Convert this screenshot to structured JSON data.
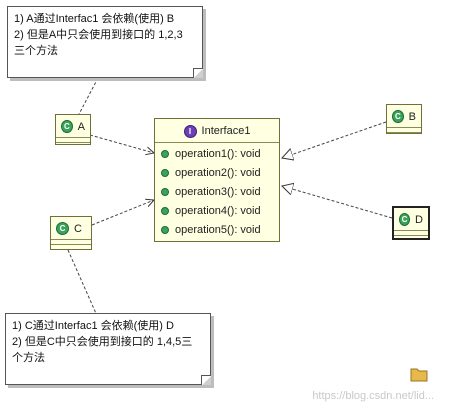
{
  "notes": {
    "top": {
      "lines": [
        "1) A通过Interfac1 会依赖(使用) B",
        "2) 但是A中只会使用到接口的 1,2,3",
        "三个方法"
      ]
    },
    "bottom": {
      "lines": [
        "1) C通过Interfac1 会依赖(使用) D",
        "2) 但是C中只会使用到接口的 1,4,5三",
        "个方法"
      ]
    }
  },
  "classes": {
    "a": "A",
    "b": "B",
    "c": "C",
    "d": "D"
  },
  "interface": {
    "name": "Interface1",
    "operations": [
      "operation1(): void",
      "operation2(): void",
      "operation3(): void",
      "operation4(): void",
      "operation5(): void"
    ]
  },
  "watermark": "https://blog.csdn.net/lid...",
  "colors": {
    "class_fill": "#ffffe1",
    "class_border": "#6f6f3a",
    "class_badge": "#3aa35a",
    "interface_badge": "#6c3fb5"
  },
  "icons": [
    "class-icon",
    "interface-icon",
    "operation-dot-icon",
    "folder-icon"
  ]
}
